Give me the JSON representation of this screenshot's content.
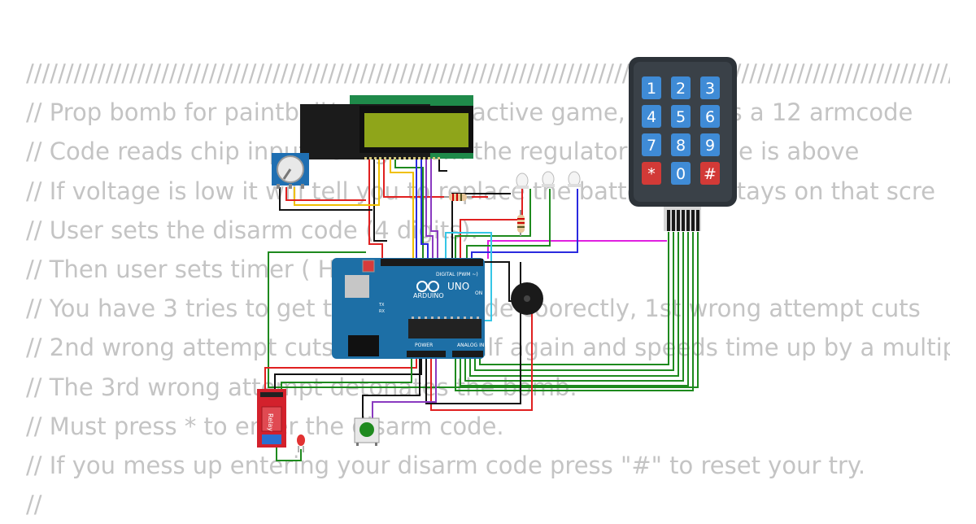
{
  "code_lines": [
    "/////////////////////////////////////////////////////////////////////////////////////////////////////////////////////////////////////////////////////////////",
    "// Prop bomb for paintball/airsoft interactive game, that uses a 12 armcode",
    "// Code reads chip input voltage from the regulator, if voltage is above",
    "// If voltage is low it will tell you to replace the battery and stays on that scre",
    "// User sets the disarm code (4 digits).",
    "// Then user sets timer ( HH:MM:SS).",
    "// You have 3 tries to get the disarm code coorectly, 1st wrong attempt cuts",
    "// 2nd wrong attempt cuts the timer half again and speeds time up by a multip",
    "// The 3rd wrong attempt detonates the bomb.",
    "// Must press * to enter the disarm code.",
    "// If you mess up entering your disarm code press \"#\" to reset your try.",
    "//"
  ],
  "keypad": {
    "keys": [
      [
        "1",
        "2",
        "3"
      ],
      [
        "4",
        "5",
        "6"
      ],
      [
        "7",
        "8",
        "9"
      ],
      [
        "*",
        "0",
        "#"
      ]
    ],
    "colors": {
      "digit": "#3f8bd6",
      "special": "#d23a37",
      "body": "#2d3339"
    }
  },
  "arduino": {
    "model": "UNO",
    "brand": "ARDUINO",
    "digital_label": "DIGITAL (PWM ~)",
    "power_label": "POWER",
    "analog_label": "ANALOG IN",
    "on_label": "ON",
    "tx_label": "TX",
    "rx_label": "RX",
    "color": "#1d6fa6"
  },
  "relay": {
    "label": "Relay",
    "color": "#d3212c"
  },
  "lcd": {
    "screen_color": "#8fa51a",
    "frame_color": "#1f8a4a"
  },
  "wire_colors": {
    "red": "#e02020",
    "black": "#111111",
    "green": "#1e8a1e",
    "blue": "#2a2adf",
    "purple": "#8a3ac0",
    "yellow": "#f0c000",
    "cyan": "#35c6e6",
    "magenta": "#e020e0"
  }
}
